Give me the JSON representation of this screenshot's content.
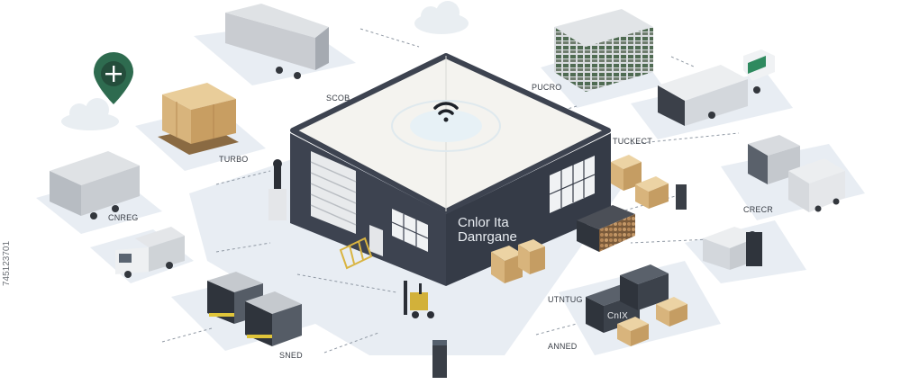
{
  "building": {
    "label_line1": "Cnlor Ita",
    "label_line2": "Danrgane"
  },
  "labels": {
    "top_center": "SCOB",
    "top_right_rack": "PUCRO",
    "left_pallets": "TURBO",
    "right_truck": "TUCKECT",
    "left_trailer": "CNREG",
    "right_vans": "CRECR",
    "right_center": "UTNTUG",
    "bottom_left": "SNED",
    "bottom_right": "ANNED",
    "crate_text": "CnIX"
  },
  "watermark": "745123701",
  "icons": [
    "location-pin-icon",
    "wifi-icon",
    "cloud-icon"
  ],
  "colors": {
    "building_dark": "#3d4350",
    "roof": "#f4f3ef",
    "pin": "#2e6b4f",
    "truck_cab": "#2f8a5f",
    "ground": "#e6ebf2"
  }
}
